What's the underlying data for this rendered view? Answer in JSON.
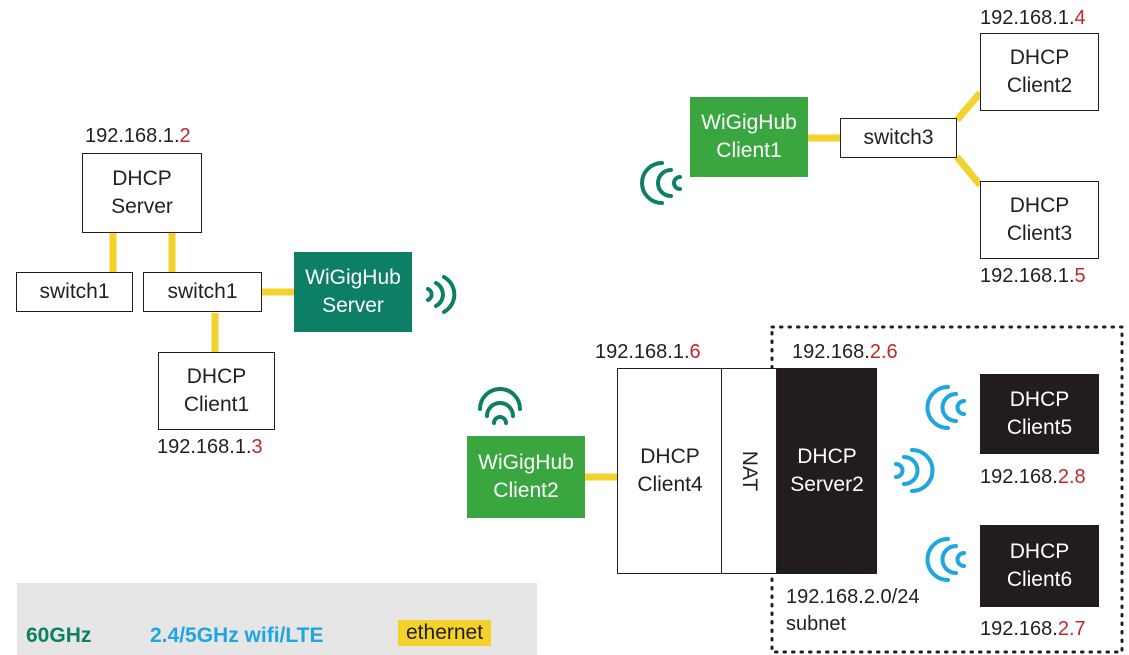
{
  "colors": {
    "ethernet": "#f2d22b",
    "ghz60": "#0d7f66",
    "wifi": "#1ea6e0",
    "hub_server": "#0d7f66",
    "hub_client": "#3aa63f",
    "dark_box": "#221c1d",
    "ip_highlight": "#c1272d",
    "legend_bg": "#e6e6e6"
  },
  "nodes": {
    "dhcp_server": "DHCP\nServer",
    "switch1_left": "switch1",
    "switch1_right": "switch1",
    "wigighub_server": "WiGigHub\nServer",
    "dhcp_client1": "DHCP\nClient1",
    "wigighub_client1": "WiGigHub\nClient1",
    "switch3": "switch3",
    "dhcp_client2": "DHCP\nClient2",
    "dhcp_client3": "DHCP\nClient3",
    "wigighub_client2": "WiGigHub\nClient2",
    "dhcp_client4": "DHCP\nClient4",
    "nat": "NAT",
    "dhcp_server2": "DHCP\nServer2",
    "dhcp_client5": "DHCP\nClient5",
    "dhcp_client6": "DHCP\nClient6"
  },
  "ips": {
    "server": {
      "prefix": "192.168.1.",
      "suffix": "2"
    },
    "client1": {
      "prefix": "192.168.1.",
      "suffix": "3"
    },
    "client2": {
      "prefix": "192.168.1.",
      "suffix": "4"
    },
    "client3": {
      "prefix": "192.168.1.",
      "suffix": "5"
    },
    "client4": {
      "prefix": "192.168.1.",
      "suffix": "6"
    },
    "server2": {
      "prefix": "192.168.",
      "suffix": "2.6"
    },
    "client5": {
      "prefix": "192.168.",
      "suffix": "2.8"
    },
    "client6": {
      "prefix": "192.168.",
      "suffix": "2.7"
    }
  },
  "subnet": {
    "address": "192.168.2.0/24",
    "word": "subnet"
  },
  "legend": {
    "ghz60": "60GHz",
    "wifi": "2.4/5GHz wifi/LTE",
    "ethernet": "ethernet"
  },
  "icons": {
    "wave60_server": "60ghz-signal-icon",
    "wave60_client1": "60ghz-signal-icon",
    "wave60_client2": "60ghz-signal-icon",
    "wifi_server2": "wifi-signal-icon",
    "wifi_client5": "wifi-signal-icon",
    "wifi_client6": "wifi-signal-icon"
  }
}
